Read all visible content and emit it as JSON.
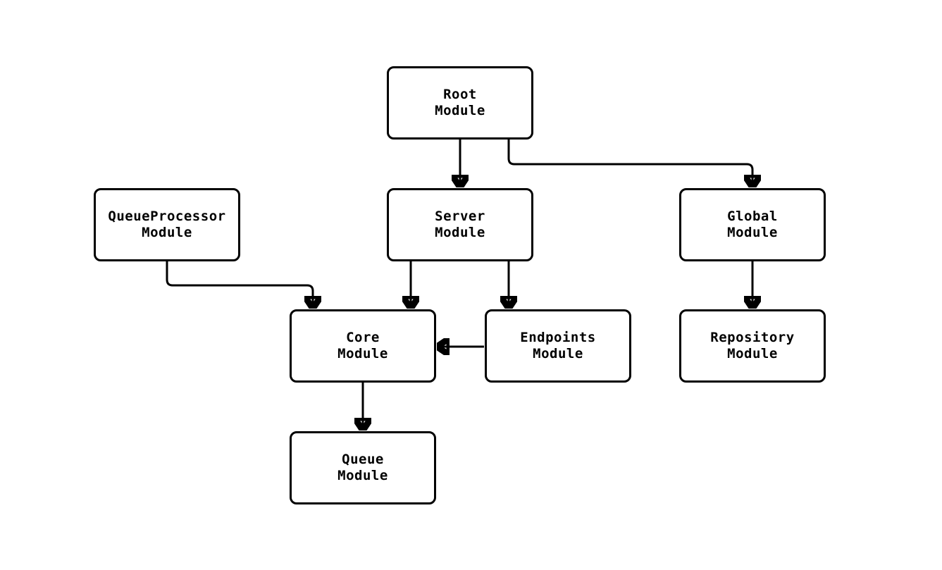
{
  "page": {
    "background": "#ffffff"
  },
  "diagram": {
    "type": "module-dependency-flowchart",
    "stroke_color": "#000000",
    "node_fill": "#ffffff",
    "node_border_color": "#000000",
    "nodes": [
      {
        "id": "root",
        "line1": "Root",
        "line2": "Module"
      },
      {
        "id": "queueprocessor",
        "line1": "QueueProcessor",
        "line2": "Module"
      },
      {
        "id": "server",
        "line1": "Server",
        "line2": "Module"
      },
      {
        "id": "global",
        "line1": "Global",
        "line2": "Module"
      },
      {
        "id": "core",
        "line1": "Core",
        "line2": "Module"
      },
      {
        "id": "endpoints",
        "line1": "Endpoints",
        "line2": "Module"
      },
      {
        "id": "repository",
        "line1": "Repository",
        "line2": "Module"
      },
      {
        "id": "queue",
        "line1": "Queue",
        "line2": "Module"
      }
    ],
    "edges": [
      {
        "from": "Root Module",
        "to": "Server Module"
      },
      {
        "from": "Root Module",
        "to": "Global Module"
      },
      {
        "from": "QueueProcessor Module",
        "to": "Core Module"
      },
      {
        "from": "Server Module",
        "to": "Core Module"
      },
      {
        "from": "Server Module",
        "to": "Endpoints Module"
      },
      {
        "from": "Endpoints Module",
        "to": "Core Module"
      },
      {
        "from": "Global Module",
        "to": "Repository Module"
      },
      {
        "from": "Core Module",
        "to": "Queue Module"
      }
    ]
  }
}
